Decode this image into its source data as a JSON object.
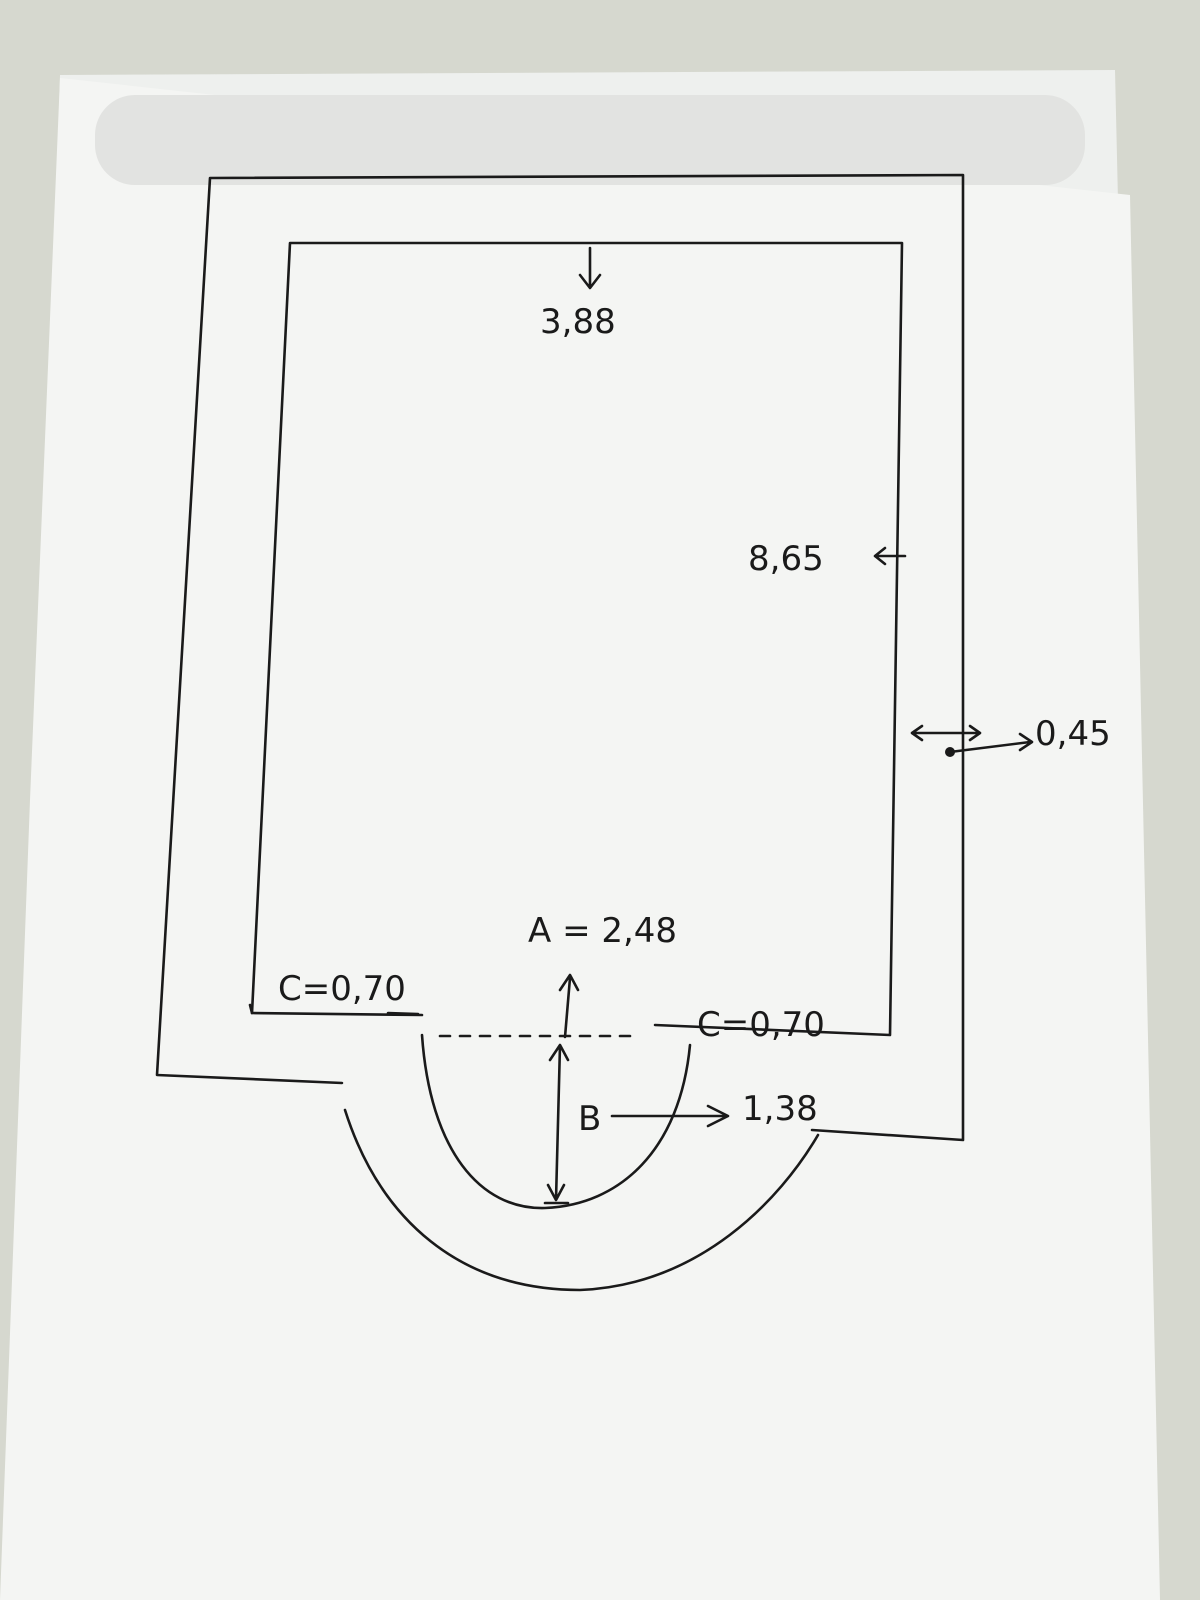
{
  "diagram": {
    "top_dimension": "3,88",
    "side_dimension": "8,65",
    "wall_thickness": "0,45",
    "a_label": "A = 2,48",
    "c_left_label": "C=0,70",
    "c_right_label": "C=0,70",
    "b_label": "B",
    "b_value": "1,38"
  },
  "colors": {
    "ink": "#1a1a1a",
    "paper": "#f3f4f2",
    "background": "#d9dad3"
  }
}
